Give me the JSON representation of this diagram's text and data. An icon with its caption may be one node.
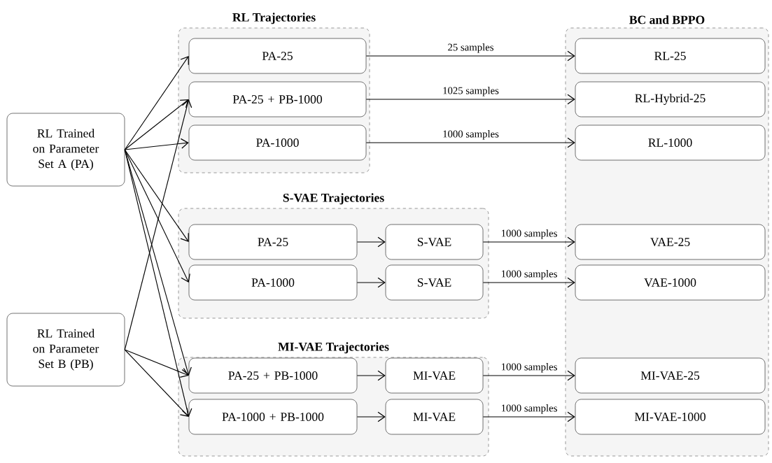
{
  "diagram": {
    "nodes": [
      {
        "text": [
          "RL Trajectories"
        ]
      },
      {
        "text": [
          "PA-25"
        ],
        "in": 0
      },
      {
        "text": [
          "PA-25 + PB-1000"
        ],
        "in": 0
      },
      {
        "text": [
          "PA-1000"
        ],
        "in": 0
      },
      {
        "text": [
          "S-VAE Trajectories"
        ]
      },
      {
        "text": [
          "PA-25"
        ],
        "in": 4
      },
      {
        "text": [
          "S-VAE"
        ],
        "in": 4
      },
      {
        "text": [
          "PA-1000"
        ],
        "in": 4
      },
      {
        "text": [
          "S-VAE"
        ],
        "in": 4
      },
      {
        "text": [
          "MI-VAE Trajectories"
        ]
      },
      {
        "text": [
          "PA-25 + PB-1000"
        ],
        "in": 9
      },
      {
        "text": [
          "MI-VAE"
        ],
        "in": 9
      },
      {
        "text": [
          "PA-1000 + PB-1000"
        ],
        "in": 9
      },
      {
        "text": [
          "MI-VAE"
        ],
        "in": 9
      },
      {
        "text": [
          "BC and BPPO"
        ]
      },
      {
        "text": [
          "RL-25"
        ],
        "in": 14
      },
      {
        "text": [
          "RL-Hybrid-25"
        ],
        "in": 14
      },
      {
        "text": [
          "RL-1000"
        ],
        "in": 14
      },
      {
        "text": [
          "VAE-25"
        ],
        "in": 14
      },
      {
        "text": [
          "VAE-1000"
        ],
        "in": 14
      },
      {
        "text": [
          "MI-VAE-25"
        ],
        "in": 14
      },
      {
        "text": [
          "MI-VAE-1000"
        ],
        "in": 14
      },
      {
        "text": [
          "RL Trained on Parameter Set A (PA)"
        ]
      },
      {
        "text": [
          "RL Trained on Parameter Set B (PB)"
        ]
      }
    ],
    "edges": [
      {
        "from": 22,
        "to": 1,
        "arrow": "to"
      },
      {
        "from": 22,
        "to": 2,
        "arrow": "to"
      },
      {
        "from": 22,
        "to": 3,
        "arrow": "to"
      },
      {
        "from": 22,
        "to": 5,
        "arrow": "to"
      },
      {
        "from": 22,
        "to": 7,
        "arrow": "to"
      },
      {
        "from": 22,
        "to": 10,
        "arrow": "to"
      },
      {
        "from": 22,
        "to": 12,
        "arrow": "to"
      },
      {
        "from": 23,
        "to": 2,
        "arrow": "to"
      },
      {
        "from": 23,
        "to": 10,
        "arrow": "to"
      },
      {
        "from": 23,
        "to": 12,
        "arrow": "to"
      },
      {
        "from": 1,
        "to": 15,
        "arrow": "to",
        "label": "25 samples"
      },
      {
        "from": 2,
        "to": 16,
        "arrow": "to",
        "label": "1025 samples"
      },
      {
        "from": 3,
        "to": 17,
        "arrow": "to",
        "label": "1000 samples"
      },
      {
        "from": 5,
        "to": 6,
        "arrow": "to"
      },
      {
        "from": 7,
        "to": 8,
        "arrow": "to"
      },
      {
        "from": 6,
        "to": 18,
        "arrow": "to",
        "label": "1000 samples"
      },
      {
        "from": 8,
        "to": 19,
        "arrow": "to",
        "label": "1000 samples"
      },
      {
        "from": 10,
        "to": 11,
        "arrow": "to"
      },
      {
        "from": 12,
        "to": 13,
        "arrow": "to"
      },
      {
        "from": 11,
        "to": 20,
        "arrow": "to",
        "label": "1000 samples"
      },
      {
        "from": 13,
        "to": 21,
        "arrow": "to",
        "label": "1000 samples"
      }
    ]
  }
}
